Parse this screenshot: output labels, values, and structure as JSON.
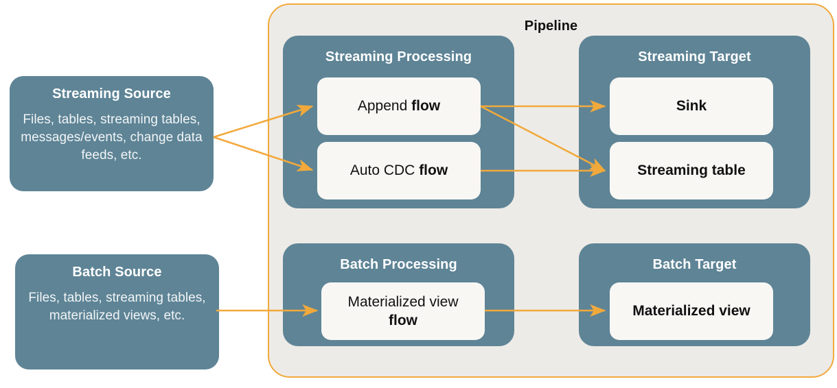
{
  "colors": {
    "box_teal": "#5E8496",
    "card_offwhite": "#F8F7F4",
    "pipeline_bg": "#EDEBE7",
    "pipeline_border": "#F2A93B",
    "arrow": "#F2A93B",
    "text_dark": "#111111",
    "text_light": "#FFFFFF"
  },
  "pipeline": {
    "title": "Pipeline"
  },
  "sources": {
    "streaming": {
      "title": "Streaming Source",
      "description": "Files, tables, streaming tables, messages/events, change data feeds, etc."
    },
    "batch": {
      "title": "Batch Source",
      "description": "Files, tables, streaming tables, materialized views, etc."
    }
  },
  "groups": {
    "streaming_processing": {
      "title": "Streaming Processing",
      "cards": [
        {
          "name": "append-flow",
          "prefix": "Append ",
          "bold": "flow",
          "suffix": ""
        },
        {
          "name": "auto-cdc-flow",
          "prefix": "Auto CDC ",
          "bold": "flow",
          "suffix": ""
        }
      ]
    },
    "streaming_target": {
      "title": "Streaming Target",
      "cards": [
        {
          "name": "sink",
          "label": "Sink"
        },
        {
          "name": "streaming-table",
          "label": "Streaming table"
        }
      ]
    },
    "batch_processing": {
      "title": "Batch Processing",
      "cards": [
        {
          "name": "materialized-view-flow",
          "prefix": "Materialized view",
          "bold": "flow",
          "suffix": ""
        }
      ]
    },
    "batch_target": {
      "title": "Batch Target",
      "cards": [
        {
          "name": "materialized-view",
          "label": "Materialized view"
        }
      ]
    }
  },
  "connections": [
    {
      "name": "streaming-source-to-append-flow",
      "from": "Streaming Source",
      "to": "Append flow"
    },
    {
      "name": "streaming-source-to-auto-cdc-flow",
      "from": "Streaming Source",
      "to": "Auto CDC flow"
    },
    {
      "name": "append-flow-to-sink",
      "from": "Append flow",
      "to": "Sink"
    },
    {
      "name": "append-flow-to-streaming-table",
      "from": "Append flow",
      "to": "Streaming table"
    },
    {
      "name": "auto-cdc-flow-to-streaming-table",
      "from": "Auto CDC flow",
      "to": "Streaming table"
    },
    {
      "name": "batch-source-to-materialized-view-flow",
      "from": "Batch Source",
      "to": "Materialized view flow"
    },
    {
      "name": "materialized-view-flow-to-materialized-view",
      "from": "Materialized view flow",
      "to": "Materialized view"
    }
  ]
}
